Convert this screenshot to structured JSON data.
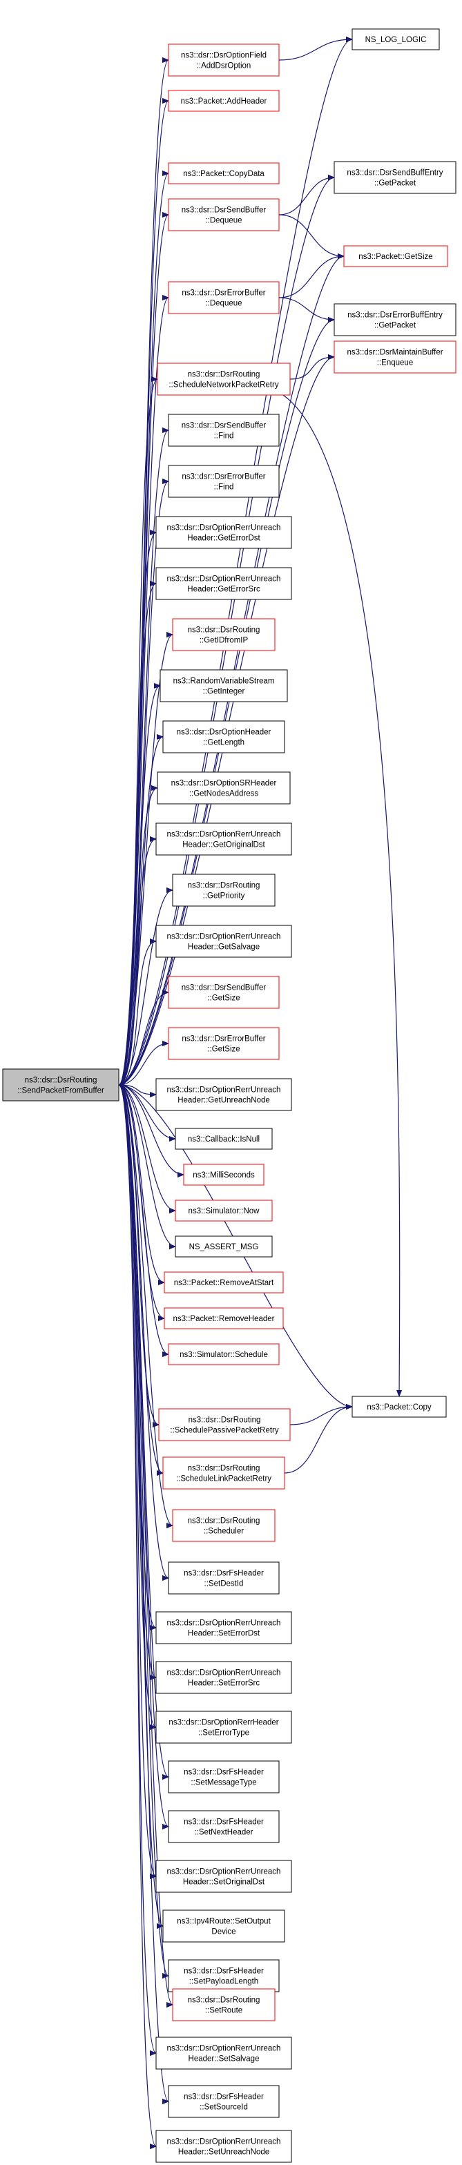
{
  "colors": {
    "edge": "#191970",
    "border_default": "#000000",
    "border_truncated": "#ff0000",
    "root_fill": "#bfbfbf"
  },
  "root": {
    "id": "root",
    "lines": [
      "ns3::dsr::DsrRouting",
      "::SendPacketFromBuffer"
    ]
  },
  "nodes": [
    {
      "id": "AddDsrOption",
      "lines": [
        "ns3::dsr::DsrOptionField",
        "::AddDsrOption"
      ],
      "border": "red"
    },
    {
      "id": "AddHeader",
      "lines": [
        "ns3::Packet::AddHeader"
      ],
      "border": "red"
    },
    {
      "id": "CopyData",
      "lines": [
        "ns3::Packet::CopyData"
      ],
      "border": "red"
    },
    {
      "id": "SendBufDequeue",
      "lines": [
        "ns3::dsr::DsrSendBuffer",
        "::Dequeue"
      ],
      "border": "red"
    },
    {
      "id": "ErrBufDequeue",
      "lines": [
        "ns3::dsr::DsrErrorBuffer",
        "::Dequeue"
      ],
      "border": "red"
    },
    {
      "id": "ScheduleNetworkPacketRetry",
      "lines": [
        "ns3::dsr::DsrRouting",
        "::ScheduleNetworkPacketRetry"
      ],
      "border": "red"
    },
    {
      "id": "SendBufFind",
      "lines": [
        "ns3::dsr::DsrSendBuffer",
        "::Find"
      ],
      "border": "black"
    },
    {
      "id": "ErrBufFind",
      "lines": [
        "ns3::dsr::DsrErrorBuffer",
        "::Find"
      ],
      "border": "black"
    },
    {
      "id": "GetErrorDst",
      "lines": [
        "ns3::dsr::DsrOptionRerrUnreach",
        "Header::GetErrorDst"
      ],
      "border": "black"
    },
    {
      "id": "GetErrorSrc",
      "lines": [
        "ns3::dsr::DsrOptionRerrUnreach",
        "Header::GetErrorSrc"
      ],
      "border": "black"
    },
    {
      "id": "GetIDfromIP",
      "lines": [
        "ns3::dsr::DsrRouting",
        "::GetIDfromIP"
      ],
      "border": "red"
    },
    {
      "id": "GetInteger",
      "lines": [
        "ns3::RandomVariableStream",
        "::GetInteger"
      ],
      "border": "black"
    },
    {
      "id": "GetLength",
      "lines": [
        "ns3::dsr::DsrOptionHeader",
        "::GetLength"
      ],
      "border": "black"
    },
    {
      "id": "GetNodesAddress",
      "lines": [
        "ns3::dsr::DsrOptionSRHeader",
        "::GetNodesAddress"
      ],
      "border": "black"
    },
    {
      "id": "GetOriginalDst",
      "lines": [
        "ns3::dsr::DsrOptionRerrUnreach",
        "Header::GetOriginalDst"
      ],
      "border": "black"
    },
    {
      "id": "GetPriority",
      "lines": [
        "ns3::dsr::DsrRouting",
        "::GetPriority"
      ],
      "border": "black"
    },
    {
      "id": "GetSalvage",
      "lines": [
        "ns3::dsr::DsrOptionRerrUnreach",
        "Header::GetSalvage"
      ],
      "border": "black"
    },
    {
      "id": "SendBufGetSize",
      "lines": [
        "ns3::dsr::DsrSendBuffer",
        "::GetSize"
      ],
      "border": "red"
    },
    {
      "id": "ErrBufGetSize",
      "lines": [
        "ns3::dsr::DsrErrorBuffer",
        "::GetSize"
      ],
      "border": "red"
    },
    {
      "id": "GetUnreachNode",
      "lines": [
        "ns3::dsr::DsrOptionRerrUnreach",
        "Header::GetUnreachNode"
      ],
      "border": "black"
    },
    {
      "id": "IsNull",
      "lines": [
        "ns3::Callback::IsNull"
      ],
      "border": "black"
    },
    {
      "id": "MilliSeconds",
      "lines": [
        "ns3::MilliSeconds"
      ],
      "border": "red"
    },
    {
      "id": "Now",
      "lines": [
        "ns3::Simulator::Now"
      ],
      "border": "red"
    },
    {
      "id": "AssertMsg",
      "lines": [
        "NS_ASSERT_MSG"
      ],
      "border": "black"
    },
    {
      "id": "RemoveAtStart",
      "lines": [
        "ns3::Packet::RemoveAtStart"
      ],
      "border": "red"
    },
    {
      "id": "RemoveHeader",
      "lines": [
        "ns3::Packet::RemoveHeader"
      ],
      "border": "red"
    },
    {
      "id": "Schedule",
      "lines": [
        "ns3::Simulator::Schedule"
      ],
      "border": "red"
    },
    {
      "id": "SchedulePassivePacketRetry",
      "lines": [
        "ns3::dsr::DsrRouting",
        "::SchedulePassivePacketRetry"
      ],
      "border": "red"
    },
    {
      "id": "ScheduleLinkPacketRetry",
      "lines": [
        "ns3::dsr::DsrRouting",
        "::ScheduleLinkPacketRetry"
      ],
      "border": "red"
    },
    {
      "id": "Scheduler",
      "lines": [
        "ns3::dsr::DsrRouting",
        "::Scheduler"
      ],
      "border": "red"
    },
    {
      "id": "SetDestId",
      "lines": [
        "ns3::dsr::DsrFsHeader",
        "::SetDestId"
      ],
      "border": "black"
    },
    {
      "id": "SetErrorDst",
      "lines": [
        "ns3::dsr::DsrOptionRerrUnreach",
        "Header::SetErrorDst"
      ],
      "border": "black"
    },
    {
      "id": "SetErrorSrc",
      "lines": [
        "ns3::dsr::DsrOptionRerrUnreach",
        "Header::SetErrorSrc"
      ],
      "border": "black"
    },
    {
      "id": "SetErrorType",
      "lines": [
        "ns3::dsr::DsrOptionRerrHeader",
        "::SetErrorType"
      ],
      "border": "black"
    },
    {
      "id": "SetMessageType",
      "lines": [
        "ns3::dsr::DsrFsHeader",
        "::SetMessageType"
      ],
      "border": "black"
    },
    {
      "id": "SetNextHeader",
      "lines": [
        "ns3::dsr::DsrFsHeader",
        "::SetNextHeader"
      ],
      "border": "black"
    },
    {
      "id": "SetOriginalDst",
      "lines": [
        "ns3::dsr::DsrOptionRerrUnreach",
        "Header::SetOriginalDst"
      ],
      "border": "black"
    },
    {
      "id": "SetOutputDevice",
      "lines": [
        "ns3::Ipv4Route::SetOutput",
        "Device"
      ],
      "border": "black"
    },
    {
      "id": "SetPayloadLength",
      "lines": [
        "ns3::dsr::DsrFsHeader",
        "::SetPayloadLength"
      ],
      "border": "black"
    },
    {
      "id": "SetRoute",
      "lines": [
        "ns3::dsr::DsrRouting",
        "::SetRoute"
      ],
      "border": "red"
    },
    {
      "id": "SetSalvage",
      "lines": [
        "ns3::dsr::DsrOptionRerrUnreach",
        "Header::SetSalvage"
      ],
      "border": "black"
    },
    {
      "id": "SetSourceId",
      "lines": [
        "ns3::dsr::DsrFsHeader",
        "::SetSourceId"
      ],
      "border": "black"
    },
    {
      "id": "SetUnreachNode",
      "lines": [
        "ns3::dsr::DsrOptionRerrUnreach",
        "Header::SetUnreachNode"
      ],
      "border": "black"
    },
    {
      "id": "LogLogic",
      "lines": [
        "NS_LOG_LOGIC"
      ],
      "border": "black"
    },
    {
      "id": "SendBuffEntryGetPacket",
      "lines": [
        "ns3::dsr::DsrSendBuffEntry",
        "::GetPacket"
      ],
      "border": "black"
    },
    {
      "id": "PacketGetSize",
      "lines": [
        "ns3::Packet::GetSize"
      ],
      "border": "red"
    },
    {
      "id": "ErrorBuffEntryGetPacket",
      "lines": [
        "ns3::dsr::DsrErrorBuffEntry",
        "::GetPacket"
      ],
      "border": "black"
    },
    {
      "id": "MaintainBufferEnqueue",
      "lines": [
        "ns3::dsr::DsrMaintainBuffer",
        "::Enqueue"
      ],
      "border": "red"
    },
    {
      "id": "PacketCopy",
      "lines": [
        "ns3::Packet::Copy"
      ],
      "border": "black"
    }
  ],
  "edges": [
    [
      "root",
      "LogLogic"
    ],
    [
      "root",
      "AddDsrOption"
    ],
    [
      "root",
      "AddHeader"
    ],
    [
      "root",
      "SendBuffEntryGetPacket"
    ],
    [
      "root",
      "CopyData"
    ],
    [
      "root",
      "SendBufDequeue"
    ],
    [
      "root",
      "PacketGetSize"
    ],
    [
      "root",
      "ErrBufDequeue"
    ],
    [
      "root",
      "ErrorBuffEntryGetPacket"
    ],
    [
      "root",
      "MaintainBufferEnqueue"
    ],
    [
      "root",
      "ScheduleNetworkPacketRetry"
    ],
    [
      "root",
      "SendBufFind"
    ],
    [
      "root",
      "ErrBufFind"
    ],
    [
      "root",
      "GetErrorDst"
    ],
    [
      "root",
      "GetErrorSrc"
    ],
    [
      "root",
      "GetIDfromIP"
    ],
    [
      "root",
      "GetInteger"
    ],
    [
      "root",
      "GetLength"
    ],
    [
      "root",
      "GetNodesAddress"
    ],
    [
      "root",
      "GetOriginalDst"
    ],
    [
      "root",
      "GetPriority"
    ],
    [
      "root",
      "GetSalvage"
    ],
    [
      "root",
      "SendBufGetSize"
    ],
    [
      "root",
      "ErrBufGetSize"
    ],
    [
      "root",
      "GetUnreachNode"
    ],
    [
      "root",
      "IsNull"
    ],
    [
      "root",
      "MilliSeconds"
    ],
    [
      "root",
      "Now"
    ],
    [
      "root",
      "AssertMsg"
    ],
    [
      "root",
      "RemoveAtStart"
    ],
    [
      "root",
      "RemoveHeader"
    ],
    [
      "root",
      "Schedule"
    ],
    [
      "root",
      "PacketCopy"
    ],
    [
      "root",
      "SchedulePassivePacketRetry"
    ],
    [
      "root",
      "ScheduleLinkPacketRetry"
    ],
    [
      "root",
      "Scheduler"
    ],
    [
      "root",
      "SetDestId"
    ],
    [
      "root",
      "SetErrorDst"
    ],
    [
      "root",
      "SetErrorSrc"
    ],
    [
      "root",
      "SetErrorType"
    ],
    [
      "root",
      "SetMessageType"
    ],
    [
      "root",
      "SetNextHeader"
    ],
    [
      "root",
      "SetOriginalDst"
    ],
    [
      "root",
      "SetOutputDevice"
    ],
    [
      "root",
      "SetPayloadLength"
    ],
    [
      "root",
      "SetRoute"
    ],
    [
      "root",
      "SetSalvage"
    ],
    [
      "root",
      "SetSourceId"
    ],
    [
      "root",
      "SetUnreachNode"
    ],
    [
      "AddDsrOption",
      "LogLogic"
    ],
    [
      "SendBufDequeue",
      "SendBuffEntryGetPacket"
    ],
    [
      "SendBufDequeue",
      "PacketGetSize"
    ],
    [
      "ErrBufDequeue",
      "PacketGetSize"
    ],
    [
      "ErrBufDequeue",
      "ErrorBuffEntryGetPacket"
    ],
    [
      "ScheduleNetworkPacketRetry",
      "MaintainBufferEnqueue"
    ],
    [
      "ScheduleNetworkPacketRetry",
      "PacketCopy"
    ],
    [
      "SchedulePassivePacketRetry",
      "PacketCopy"
    ],
    [
      "ScheduleLinkPacketRetry",
      "PacketCopy"
    ]
  ]
}
